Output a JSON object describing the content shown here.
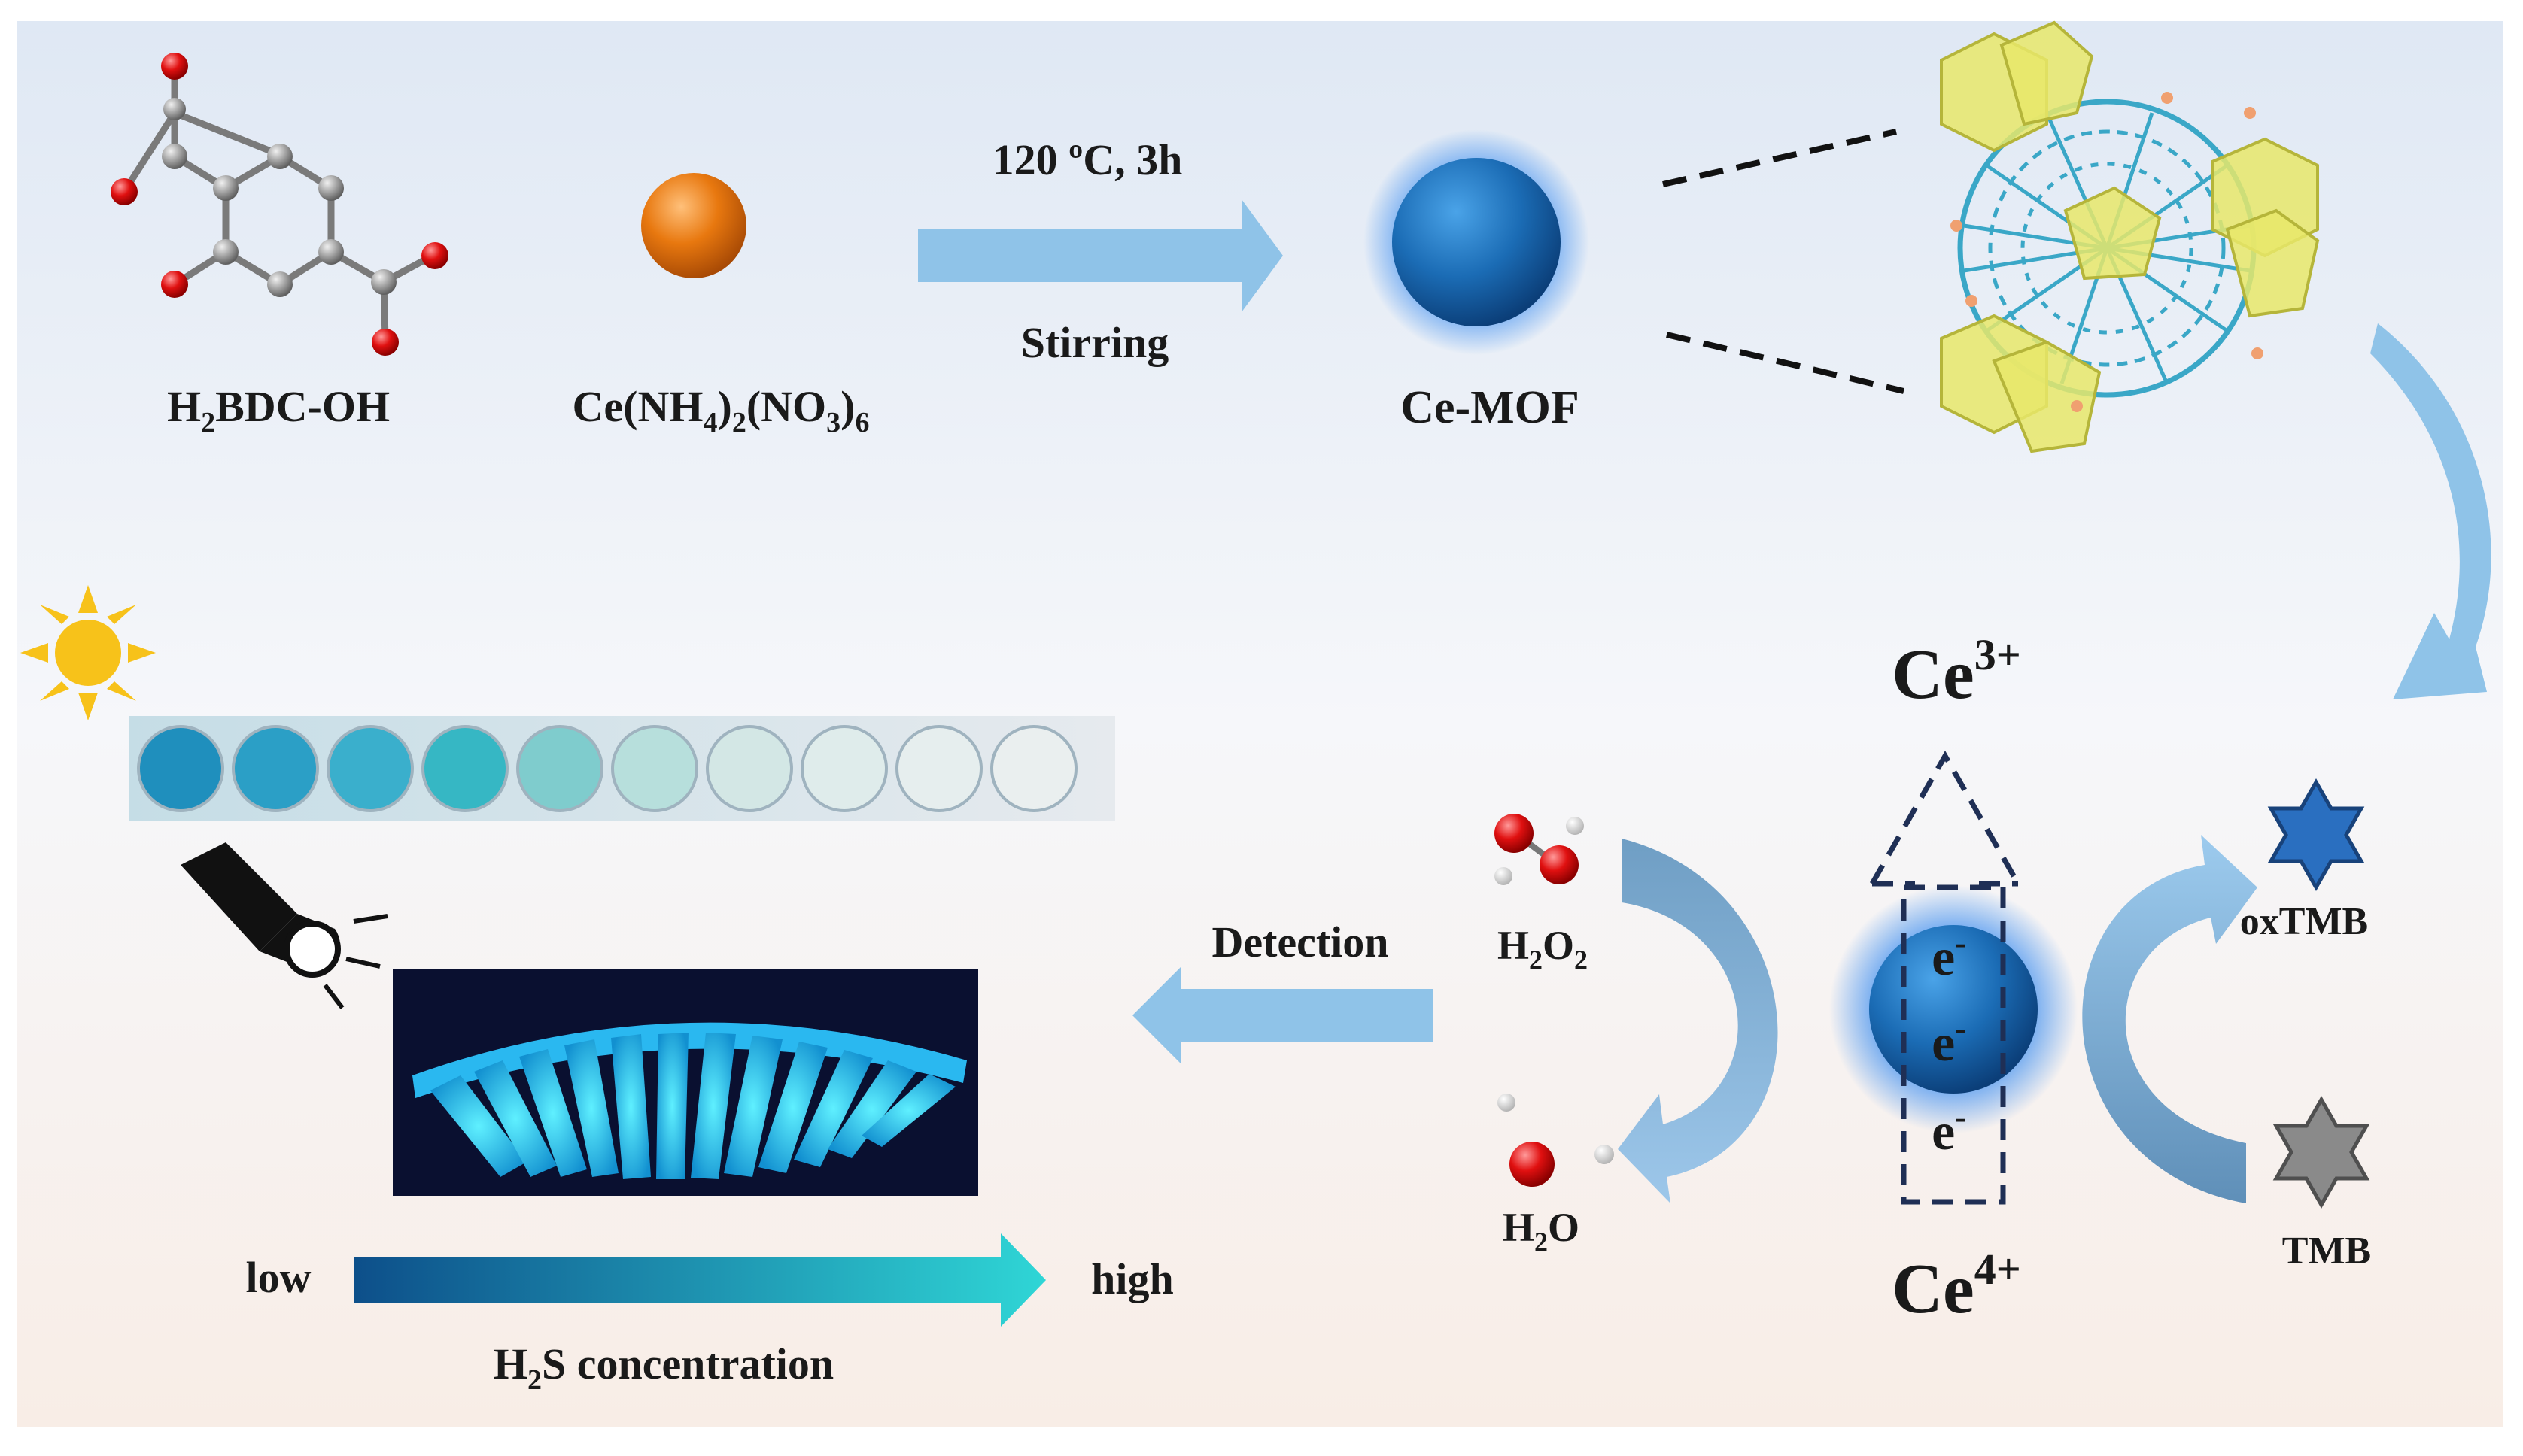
{
  "top_row": {
    "ligand_label": {
      "main": "H",
      "sub": "2",
      "rest": "BDC-OH"
    },
    "metal_salt_label": {
      "a": "Ce(NH",
      "s1": "4",
      "b": ")",
      "s2": "2",
      "c": "(NO",
      "s3": "3",
      "d": ")",
      "s4": "6"
    },
    "reaction_condition": "120 ºC, 3h",
    "reaction_process": "Stirring",
    "product_label": "Ce-MOF"
  },
  "mechanism": {
    "ce_top": {
      "main": "Ce",
      "sup": "3+"
    },
    "ce_bottom": {
      "main": "Ce",
      "sup": "4+"
    },
    "electron": {
      "main": "e",
      "sup": "-"
    },
    "h2o2_label": {
      "a": "H",
      "s1": "2",
      "b": "O",
      "s2": "2"
    },
    "h2o_label": {
      "a": "H",
      "s1": "2",
      "b": "O"
    },
    "oxtmb_label": "oxTMB",
    "tmb_label": "TMB",
    "detection_label": "Detection"
  },
  "detection_panel": {
    "low_label": "low",
    "high_label": "high",
    "concentration_label": {
      "a": "H",
      "s1": "2",
      "b": "S concentration"
    }
  },
  "colors": {
    "arrow_blue": "#8fc3e8",
    "mof_blue": "#1b6cb5",
    "gradient_start": "#0d4f8a",
    "gradient_end": "#2fd6d6",
    "oxygen_red": "#e01010",
    "carbon_grey": "#9a9a9a",
    "orange_sphere": "#e8780f",
    "sun_yellow": "#f7c21a",
    "polyhedra_yellow": "#e8e86a",
    "framework_cyan": "#3aa7c7",
    "oxtmb_blue": "#2a6fc0",
    "tmb_grey": "#8a8a8a",
    "tube_glow": "#35d8f5"
  }
}
